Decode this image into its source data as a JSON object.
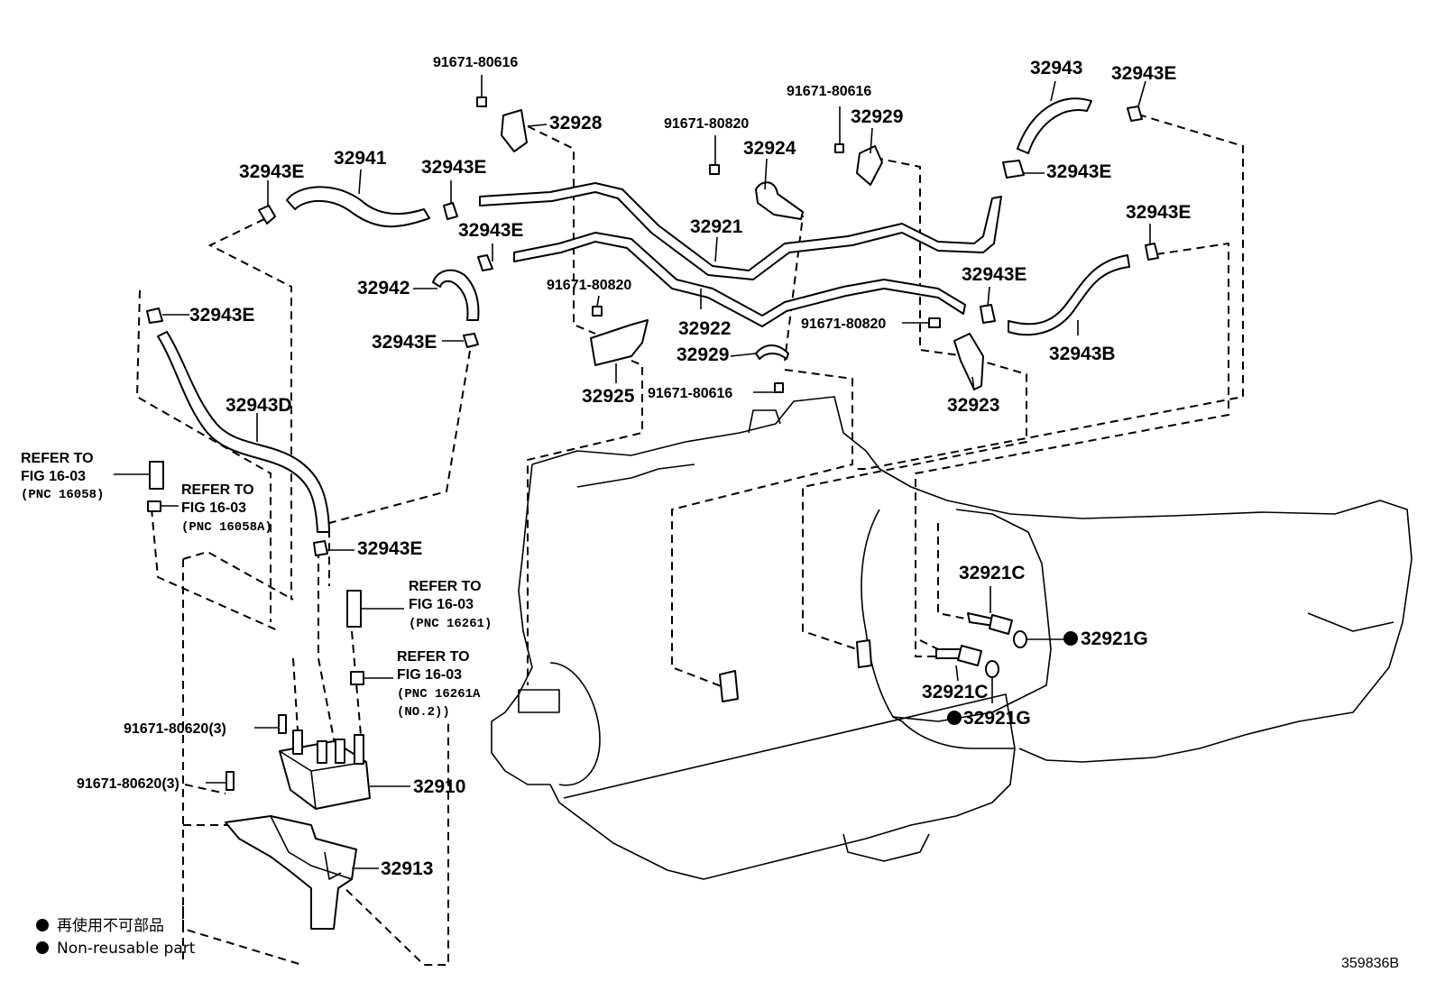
{
  "parts": {
    "p_91671_80616_a": "91671-80616",
    "p_32928": "32928",
    "p_91671_80616_b": "91671-80616",
    "p_32929_top": "32929",
    "p_91671_80820_a": "91671-80820",
    "p_32924": "32924",
    "p_32943": "32943",
    "p_32943E_tr": "32943E",
    "p_32943E_r1": "32943E",
    "p_32943E_l1": "32943E",
    "p_32941": "32941",
    "p_32943E_c1": "32943E",
    "p_32921": "32921",
    "p_32943E_c2": "32943E",
    "p_32943E_r2": "32943E",
    "p_32942": "32942",
    "p_91671_80820_b": "91671-80820",
    "p_32943E_r3": "32943E",
    "p_32922": "32922",
    "p_32943E_l2": "32943E",
    "p_91671_80820_c": "91671-80820",
    "p_32943E_c3": "32943E",
    "p_32929_mid": "32929",
    "p_32943B": "32943B",
    "p_91671_80616_c": "91671-80616",
    "p_32925": "32925",
    "p_32923": "32923",
    "p_32943D": "32943D",
    "p_32943E_low": "32943E",
    "p_32921C_a": "32921C",
    "p_32921G_a": "32921G",
    "p_32921C_b": "32921C",
    "p_32921G_b": "32921G",
    "p_91671_80620_a": "91671-80620(3)",
    "p_91671_80620_b": "91671-80620(3)",
    "p_32910": "32910",
    "p_32913": "32913"
  },
  "refs": {
    "r1_line1": "REFER TO",
    "r1_line2": "FIG 16-03",
    "r1_line3": "(PNC 16058)",
    "r2_line1": "REFER TO",
    "r2_line2": "FIG 16-03",
    "r2_line3": "(PNC 16058A)",
    "r3_line1": "REFER TO",
    "r3_line2": "FIG 16-03",
    "r3_line3": "(PNC 16261)",
    "r4_line1": "REFER TO",
    "r4_line2": "FIG 16-03",
    "r4_line3": "(PNC 16261A",
    "r4_line4": "(NO.2))"
  },
  "legend": {
    "jp": "再使用不可部品",
    "en": "Non-reusable part"
  },
  "diagram_id": "359836B"
}
